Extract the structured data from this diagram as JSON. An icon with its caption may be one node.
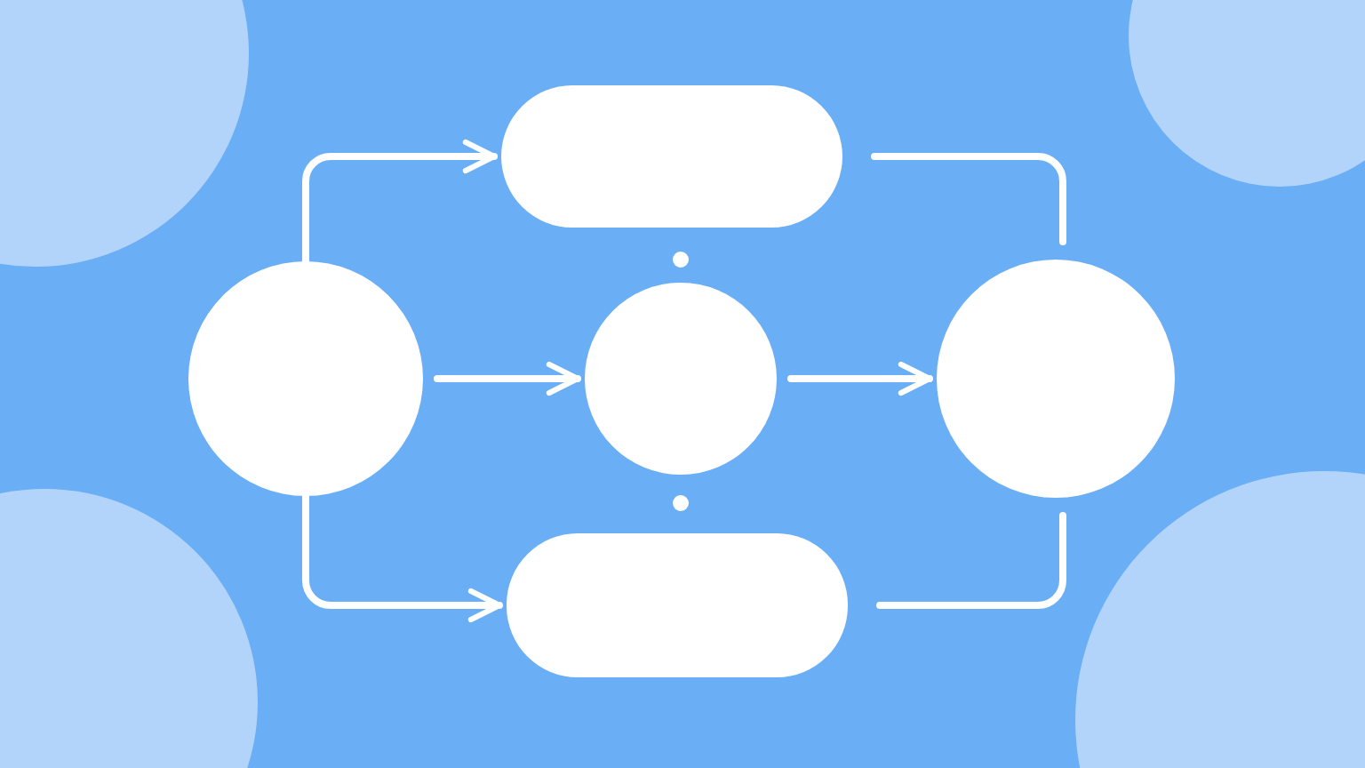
{
  "diagram": {
    "nodes": [
      {
        "text": [],
        "shape": "circle"
      },
      {
        "text": [],
        "shape": "box"
      },
      {
        "text": [],
        "shape": "circle"
      },
      {
        "text": [],
        "shape": "box"
      },
      {
        "text": [],
        "shape": "circle"
      }
    ],
    "edges": [
      {
        "from": 0,
        "to": 1,
        "arrow": "to"
      },
      {
        "from": 0,
        "to": 3,
        "arrow": "to"
      },
      {
        "from": 0,
        "to": 2,
        "arrow": "to"
      },
      {
        "from": 2,
        "to": 4,
        "arrow": "to"
      },
      {
        "from": 1,
        "to": 4,
        "arrow": "none"
      },
      {
        "from": 3,
        "to": 4,
        "arrow": "none"
      }
    ]
  }
}
